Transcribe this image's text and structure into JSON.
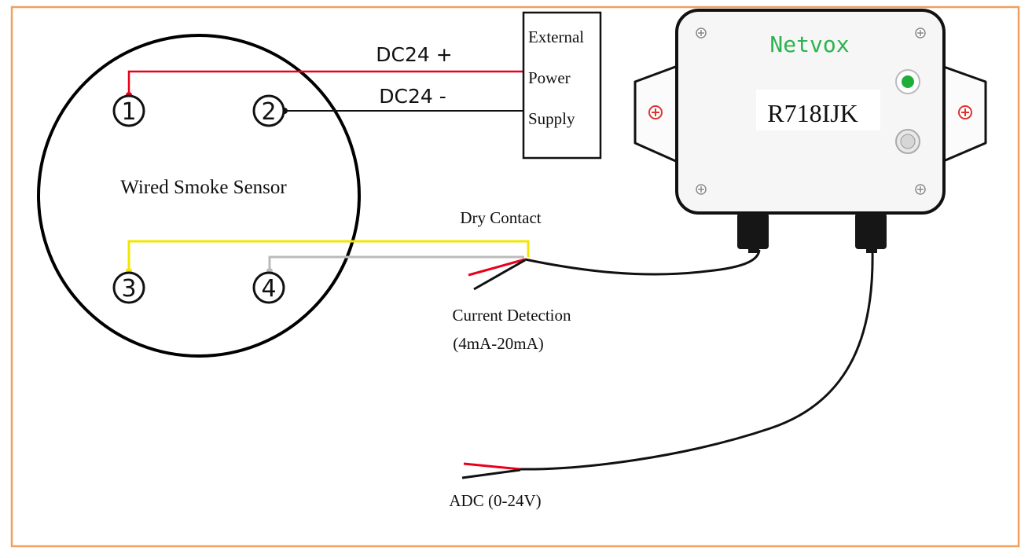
{
  "colors": {
    "frame": "#f0a060",
    "wire_red": "#e8001c",
    "wire_black": "#111111",
    "wire_yellow": "#f2e600",
    "wire_gray": "#bbbbbb",
    "brand_green": "#2db350",
    "led_green": "#1fae3a"
  },
  "sensor": {
    "label": "Wired Smoke Sensor",
    "terminals": [
      "1",
      "2",
      "3",
      "4"
    ]
  },
  "power_wires": {
    "positive": "DC24 +",
    "negative": "DC24 -"
  },
  "power_supply": {
    "line1": "External",
    "line2": "Power",
    "line3": "Supply"
  },
  "device": {
    "brand": "Netvox",
    "model": "R718IJK"
  },
  "labels": {
    "dry_contact": "Dry Contact",
    "current_detection": "Current Detection",
    "current_range": "(4mA-20mA)",
    "adc": "ADC (0-24V)"
  }
}
